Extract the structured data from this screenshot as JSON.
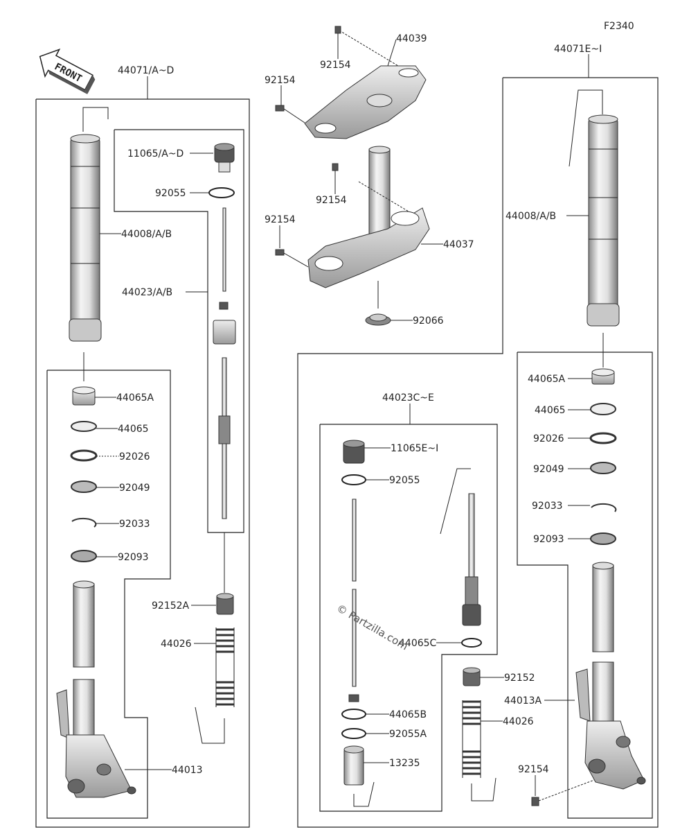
{
  "diagram_id": "F2340",
  "front_label": "FRONT",
  "watermark": "© Partzilla.com",
  "footer_fine_print": "",
  "labels": {
    "l44071AD": "44071/A~D",
    "l44071EI": "44071E~I",
    "l44039": "44039",
    "l92154a": "92154",
    "l92154b": "92154",
    "l92154c": "92154",
    "l92154d": "92154",
    "l92154e": "92154",
    "l44037": "44037",
    "l92066": "92066",
    "l11065AD": "11065/A~D",
    "l92055a": "92055",
    "l44008a": "44008/A/B",
    "l44023AB": "44023/A/B",
    "l44065Aa": "44065A",
    "l44065a": "44065",
    "l92026a": "92026",
    "l92049a": "92049",
    "l92033a": "92033",
    "l92093a": "92093",
    "l92152A": "92152A",
    "l44026a": "44026",
    "l44013": "44013",
    "l44008b": "44008/A/B",
    "l44065Ab": "44065A",
    "l44065b": "44065",
    "l92026b": "92026",
    "l92049b": "92049",
    "l92033b": "92033",
    "l92093b": "92093",
    "l44023CE": "44023C~E",
    "l11065EI": "11065E~I",
    "l92055b": "92055",
    "l44065C": "44065C",
    "l92152": "92152",
    "l44013A": "44013A",
    "l44026b": "44026",
    "l44065B": "44065B",
    "l92055A": "92055A",
    "l13235": "13235"
  },
  "colors": {
    "line": "#222222",
    "part_fill": "#f2f2f2",
    "part_shade": "#bdbdbd",
    "part_dark": "#7a7a7a"
  }
}
